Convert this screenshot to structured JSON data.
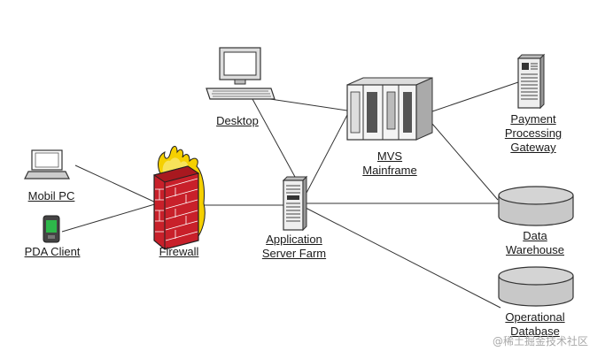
{
  "nodes": {
    "desktop": {
      "label": "Desktop"
    },
    "mobile_pc": {
      "label": "Mobil PC"
    },
    "pda": {
      "label": "PDA Client"
    },
    "firewall": {
      "label": "Firewall"
    },
    "app_server": {
      "line1": "Application",
      "line2": "Server Farm"
    },
    "mainframe": {
      "line1": "MVS",
      "line2": "Mainframe"
    },
    "payment": {
      "line1": "Payment",
      "line2": "Processing",
      "line3": "Gateway"
    },
    "warehouse": {
      "line1": "Data",
      "line2": "Warehouse"
    },
    "operational_db": {
      "line1": "Operational",
      "line2": "Database"
    }
  },
  "watermark": "@稀土掘金技术社区",
  "colors": {
    "line": "#333333",
    "brick": "#c8202a",
    "flame": "#f5d000",
    "pda_screen": "#2db84a",
    "disk": "#c8c8c8",
    "screen": "#ffffff"
  }
}
